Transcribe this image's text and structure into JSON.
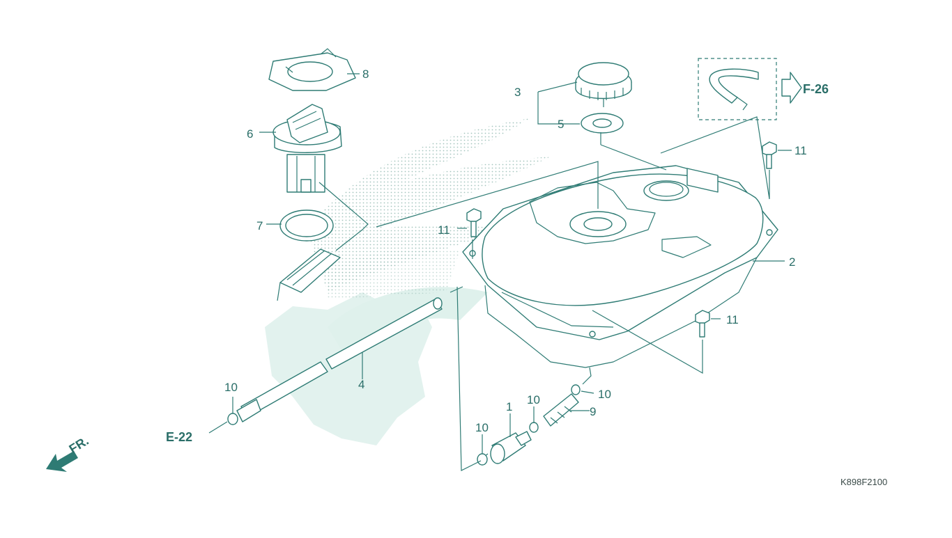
{
  "diagram": {
    "parts": [
      {
        "id": "p1",
        "label": "1"
      },
      {
        "id": "p2",
        "label": "2"
      },
      {
        "id": "p3",
        "label": "3"
      },
      {
        "id": "p4",
        "label": "4"
      },
      {
        "id": "p5",
        "label": "5"
      },
      {
        "id": "p6",
        "label": "6"
      },
      {
        "id": "p7",
        "label": "7"
      },
      {
        "id": "p8",
        "label": "8"
      },
      {
        "id": "p9",
        "label": "9"
      },
      {
        "id": "p10a",
        "label": "10"
      },
      {
        "id": "p10b",
        "label": "10"
      },
      {
        "id": "p10c",
        "label": "10"
      },
      {
        "id": "p10d",
        "label": "10"
      },
      {
        "id": "p11a",
        "label": "11"
      },
      {
        "id": "p11b",
        "label": "11"
      },
      {
        "id": "p11c",
        "label": "11"
      }
    ],
    "references": {
      "f26": "F-26",
      "e22": "E-22",
      "front": "FR."
    },
    "drawing_code": "K898F2100"
  },
  "colors": {
    "line": "#2e7b74",
    "label": "#2a6e68",
    "watermark": "#dff1ec",
    "background": "#ffffff"
  }
}
